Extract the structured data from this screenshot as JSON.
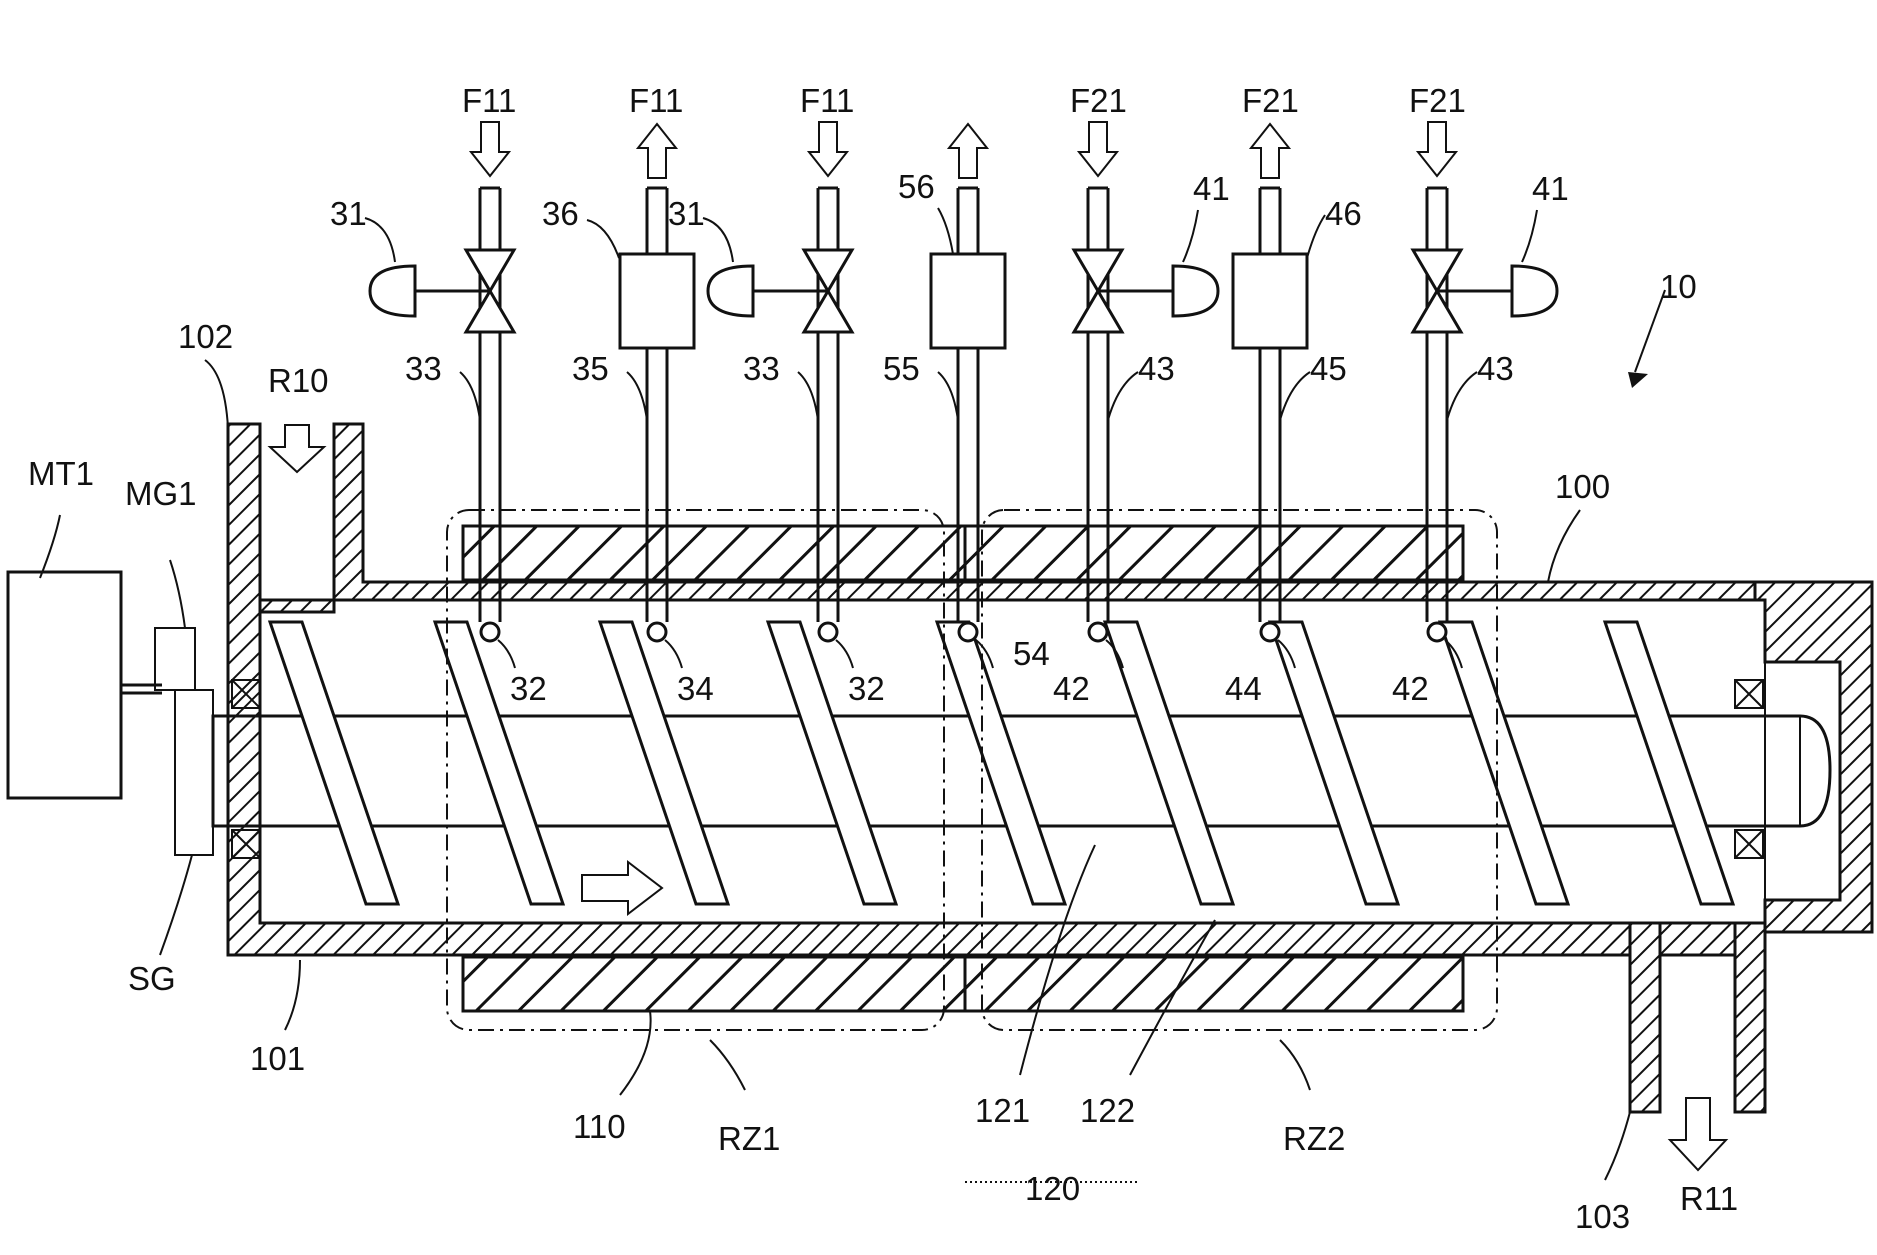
{
  "labels": {
    "MT1": "MT1",
    "MG1": "MG1",
    "SG": "SG",
    "n10": "10",
    "n100": "100",
    "n101": "101",
    "n102": "102",
    "n103": "103",
    "R10": "R10",
    "R11": "R11",
    "n110": "110",
    "n120": "120",
    "n121": "121",
    "n122": "122",
    "RZ1": "RZ1",
    "RZ2": "RZ2",
    "F11a": "F11",
    "F11b": "F11",
    "F11c": "F11",
    "F21a": "F21",
    "F21b": "F21",
    "F21c": "F21",
    "n31a": "31",
    "n31b": "31",
    "n36": "36",
    "n56": "56",
    "n41a": "41",
    "n46": "46",
    "n41b": "41",
    "n33a": "33",
    "n35": "35",
    "n33b": "33",
    "n55": "55",
    "n43a": "43",
    "n45": "45",
    "n43b": "43",
    "n32a": "32",
    "n34": "34",
    "n32b": "32",
    "n54": "54",
    "n42a": "42",
    "n44": "44",
    "n42b": "42"
  },
  "colors": {
    "line": "#111111",
    "background": "#ffffff"
  }
}
